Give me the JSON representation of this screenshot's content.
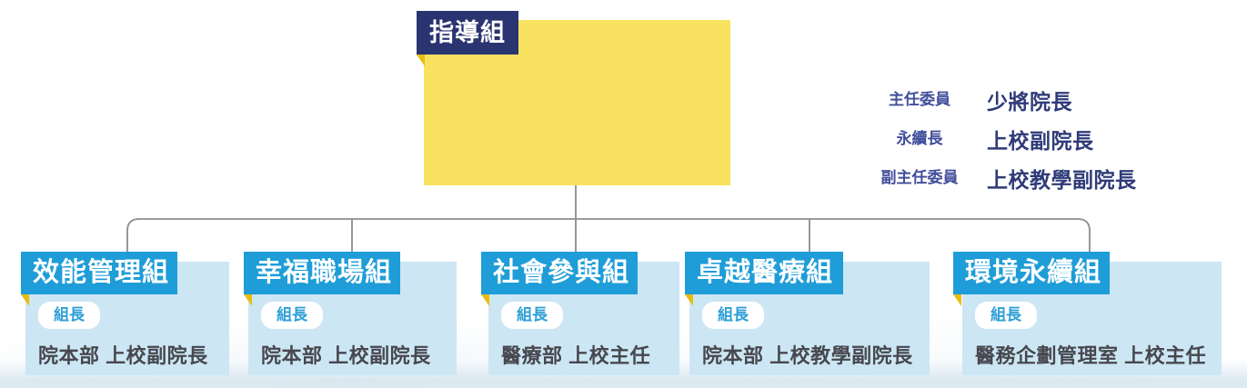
{
  "diagram": {
    "root": {
      "title": "指導組",
      "members": [
        {
          "role": "主任委員",
          "person": "少將院長"
        },
        {
          "role": "永續長",
          "person": "上校副院長"
        },
        {
          "role": "副主任委員",
          "person": "上校教學副院長"
        }
      ]
    },
    "groups": [
      {
        "title": "效能管理組",
        "role": "組長",
        "person": "院本部 上校副院長"
      },
      {
        "title": "幸福職場組",
        "role": "組長",
        "person": "院本部 上校副院長"
      },
      {
        "title": "社會參與組",
        "role": "組長",
        "person": "醫療部 上校主任"
      },
      {
        "title": "卓越醫療組",
        "role": "組長",
        "person": "院本部 上校教學副院長"
      },
      {
        "title": "環境永續組",
        "role": "組長",
        "person": "醫務企劃管理室 上校主任"
      }
    ]
  },
  "colors": {
    "navy": "#2A3470",
    "yellow": "#F9E25F",
    "blue": "#1E9DD8",
    "light_blue": "#CCE6F4",
    "gold_fold": "#E9BD10",
    "connector_gray": "#8D8D8D",
    "dark_text": "#47474E",
    "navy_text": "#2F3B78",
    "pill_blue_text": "#2D9FD6",
    "pill_navy_text": "#414E9A"
  }
}
